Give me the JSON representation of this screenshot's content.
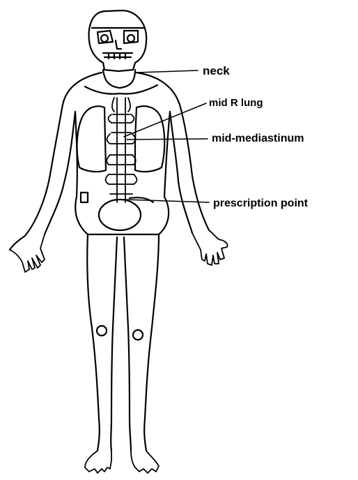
{
  "diagram": {
    "labels": {
      "neck": "neck",
      "mid_r_lung": "mid R lung",
      "mid_mediastinum": "mid-mediastinum",
      "prescription_point": "prescription point"
    },
    "colors": {
      "line": "#000000",
      "background": "#ffffff"
    }
  }
}
